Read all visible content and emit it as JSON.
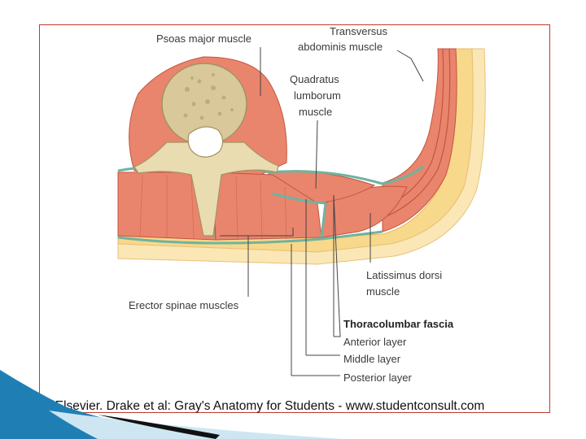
{
  "labels": {
    "psoas": "Psoas major muscle",
    "transversus_1": "Transversus",
    "transversus_2": "abdominis muscle",
    "quadratus_1": "Quadratus",
    "quadratus_2": "lumborum",
    "quadratus_3": "muscle",
    "latissimus_1": "Latissimus dorsi",
    "latissimus_2": "muscle",
    "erector": "Erector spinae muscles",
    "thoracolumbar": "Thoracolumbar fascia",
    "anterior": "Anterior layer",
    "middle": "Middle layer",
    "posterior": "Posterior layer"
  },
  "credit": "© Elsevier. Drake et al: Gray's Anatomy for Students - www.studentconsult.com",
  "colors": {
    "muscle": "#e9856d",
    "muscle_dark": "#d0604a",
    "fat": "#f8d88a",
    "fascia": "#6fb3a0",
    "bone": "#e8dcb0",
    "frame": "#c0392b",
    "accent_blue": "#1f7fb5"
  }
}
